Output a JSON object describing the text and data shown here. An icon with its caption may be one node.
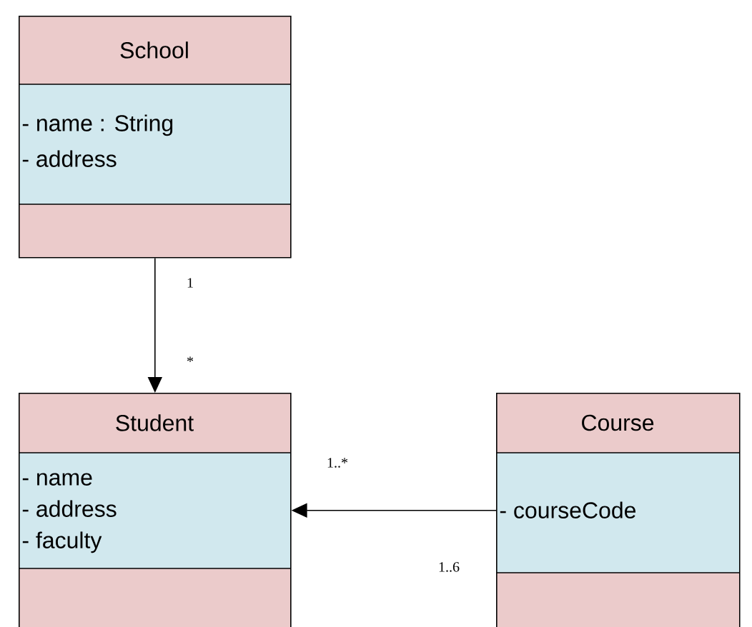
{
  "diagram": {
    "nodes": [
      {
        "text": [
          "School",
          "- name : String",
          "- address"
        ]
      },
      {
        "text": [
          "Student",
          "- name",
          "- address",
          "- faculty"
        ]
      },
      {
        "text": [
          "Course",
          "- courseCode"
        ]
      }
    ],
    "edges": [
      {
        "from": 0,
        "to": 1,
        "arrow": "to"
      },
      {
        "from": 2,
        "to": 1,
        "arrow": "to"
      }
    ],
    "labels": [
      "1",
      "*",
      "1..*",
      "1..6"
    ]
  }
}
